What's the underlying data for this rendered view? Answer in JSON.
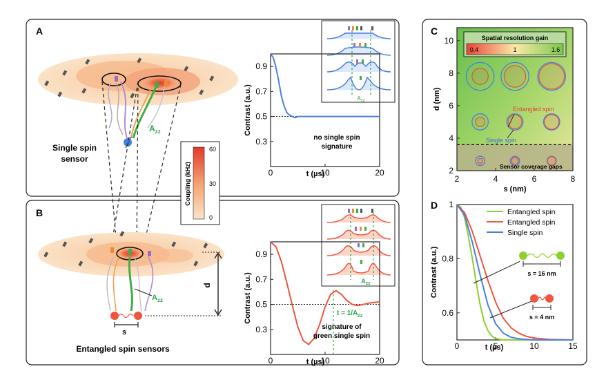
{
  "panels": {
    "A": {
      "letter": "A",
      "sensor_label_1": "Single spin",
      "sensor_label_2": "sensor",
      "azz_label": "A",
      "azz_sub": "zz",
      "inset_azz": "A",
      "inset_azz_sub": "zz"
    },
    "B": {
      "letter": "B",
      "sensor_label": "Entangled spin sensors",
      "azz_label": "A",
      "azz_sub": "zz",
      "d_label": "d",
      "s_label": "s",
      "inset_azz": "A",
      "inset_azz_sub": "zz"
    },
    "C": {
      "letter": "C",
      "colorbar_title": "Spatial resolution gain",
      "colorbar_ticks": [
        "0.4",
        "1",
        "1.6"
      ],
      "entangled_label": "Entangled spin",
      "single_label": "Single spin",
      "gap_label": "Sensor coverage gaps"
    },
    "D": {
      "letter": "D",
      "inset1_label": "s = 16 nm",
      "inset2_label": "s = 4 nm"
    },
    "coupling_bar": {
      "title": "Coupling (kHz)",
      "ticks": [
        "60",
        "30",
        "0"
      ]
    }
  },
  "colors": {
    "single_spin": "#4a7fe0",
    "entangled_red": "#f0553e",
    "entangled_green": "#8ccf2e",
    "dashed_green": "#2aaa4a"
  },
  "chart_data": [
    {
      "id": "A-contrast",
      "type": "line",
      "xlabel": "t (µs)",
      "ylabel": "Contrast (a.u.)",
      "xlim": [
        0,
        20
      ],
      "ylim": [
        0.1,
        1.0
      ],
      "xticks": [
        0,
        10,
        20
      ],
      "yticks": [
        0.3,
        0.5,
        0.7,
        0.9
      ],
      "reference_line": 0.5,
      "annotation": [
        "no single spin",
        "signature"
      ],
      "series": [
        {
          "color": "#4a7fe0",
          "x": [
            0,
            0.5,
            1,
            1.5,
            2,
            2.5,
            3,
            3.5,
            4,
            4.5,
            5,
            6,
            8,
            10,
            14,
            20
          ],
          "y": [
            1.0,
            0.97,
            0.89,
            0.78,
            0.66,
            0.58,
            0.53,
            0.51,
            0.5,
            0.49,
            0.5,
            0.5,
            0.5,
            0.5,
            0.5,
            0.5
          ]
        }
      ]
    },
    {
      "id": "B-contrast",
      "type": "line",
      "xlabel": "t (µs)",
      "ylabel": "Contrast (a.u.)",
      "xlim": [
        0,
        20
      ],
      "ylim": [
        0.1,
        1.0
      ],
      "xticks": [
        0,
        10,
        20
      ],
      "yticks": [
        0.3,
        0.5,
        0.7,
        0.9
      ],
      "reference_line": 0.5,
      "marker_x": 11.5,
      "marker_label": "t = 1/A",
      "marker_sub": "zz",
      "annotation": [
        "signature of",
        "green single spin"
      ],
      "series": [
        {
          "color": "#f0553e",
          "x": [
            0,
            1,
            2,
            3,
            4,
            5,
            6,
            7,
            8,
            9,
            10,
            11,
            12,
            13,
            14,
            15,
            16,
            17,
            18,
            20
          ],
          "y": [
            1.0,
            0.96,
            0.84,
            0.67,
            0.49,
            0.32,
            0.21,
            0.18,
            0.23,
            0.34,
            0.48,
            0.58,
            0.61,
            0.58,
            0.53,
            0.5,
            0.49,
            0.5,
            0.51,
            0.52
          ]
        }
      ]
    },
    {
      "id": "C-resolution",
      "type": "heatmap",
      "xlabel": "s (nm)",
      "ylabel": "d (nm)",
      "xlim": [
        2,
        8
      ],
      "ylim": [
        2,
        10.8
      ],
      "xticks": [
        2,
        4,
        6,
        8
      ],
      "yticks": [
        2,
        4,
        6,
        8,
        10
      ],
      "gap_threshold_d": 3.6,
      "colorbar_range": [
        0.4,
        1.6
      ],
      "circles": [
        {
          "s": 3.2,
          "d": 7.8,
          "r_single": 0.72,
          "r_entangled": 0.42
        },
        {
          "s": 5.0,
          "d": 7.8,
          "r_single": 0.72,
          "r_entangled": 0.56
        },
        {
          "s": 6.9,
          "d": 7.8,
          "r_single": 0.72,
          "r_entangled": 0.66
        },
        {
          "s": 3.2,
          "d": 5.0,
          "r_single": 0.42,
          "r_entangled": 0.25
        },
        {
          "s": 5.0,
          "d": 5.0,
          "r_single": 0.42,
          "r_entangled": 0.36
        },
        {
          "s": 6.9,
          "d": 5.0,
          "r_single": 0.42,
          "r_entangled": 0.38
        },
        {
          "s": 3.2,
          "d": 2.6,
          "r_single": 0.24,
          "r_entangled": 0.13
        },
        {
          "s": 5.0,
          "d": 2.6,
          "r_single": 0.24,
          "r_entangled": 0.18
        },
        {
          "s": 6.9,
          "d": 2.6,
          "r_single": 0.24,
          "r_entangled": 0.22
        }
      ]
    },
    {
      "id": "D-contrast",
      "type": "line",
      "xlabel": "t (µs)",
      "ylabel": "Contrast (a.u.)",
      "xlim": [
        0,
        15
      ],
      "ylim": [
        0.5,
        1.0
      ],
      "xticks": [
        0,
        5,
        10,
        15
      ],
      "yticks": [
        0.6,
        0.8,
        1.0
      ],
      "ytick_labels": [
        "0.6",
        "0.8",
        "1"
      ],
      "series": [
        {
          "name": "Entangled spin",
          "color": "#8ccf2e",
          "x": [
            0,
            0.5,
            1,
            1.5,
            2,
            2.5,
            3,
            3.5,
            4,
            4.5,
            5,
            6,
            7,
            9,
            15
          ],
          "y": [
            1.0,
            0.99,
            0.95,
            0.88,
            0.8,
            0.71,
            0.63,
            0.57,
            0.535,
            0.515,
            0.505,
            0.5,
            0.5,
            0.5,
            0.5
          ]
        },
        {
          "name": "Entangled spin",
          "color": "#f0553e",
          "x": [
            0,
            1,
            2,
            3,
            4,
            5,
            6,
            7,
            8,
            9,
            10,
            12,
            15
          ],
          "y": [
            1.0,
            0.97,
            0.9,
            0.81,
            0.72,
            0.64,
            0.58,
            0.545,
            0.525,
            0.513,
            0.507,
            0.502,
            0.5
          ]
        },
        {
          "name": "Single spin",
          "color": "#4a7fe0",
          "x": [
            0,
            1,
            2,
            3,
            4,
            5,
            6,
            7,
            8,
            9,
            10,
            12,
            15
          ],
          "y": [
            1.0,
            0.96,
            0.86,
            0.74,
            0.63,
            0.56,
            0.525,
            0.51,
            0.504,
            0.502,
            0.5,
            0.5,
            0.5
          ]
        }
      ]
    }
  ]
}
